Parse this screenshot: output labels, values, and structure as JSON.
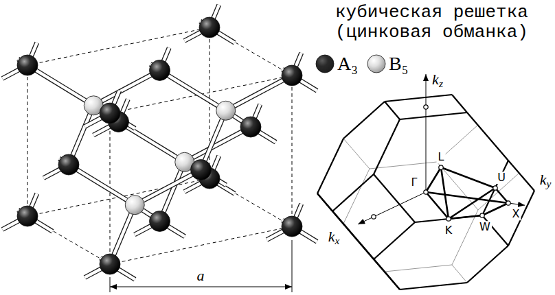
{
  "diagram": {
    "title": "кубическая решетка (цинковая обманка)",
    "labels": [
      "a",
      "kz",
      "ky",
      "kx",
      "L",
      "U",
      "Γ",
      "K",
      "W",
      "X"
    ],
    "legend": [
      {
        "text": "A₃",
        "color": "#2a2a2a"
      },
      {
        "text": "B₅",
        "color": "#e0e0e0"
      }
    ]
  }
}
